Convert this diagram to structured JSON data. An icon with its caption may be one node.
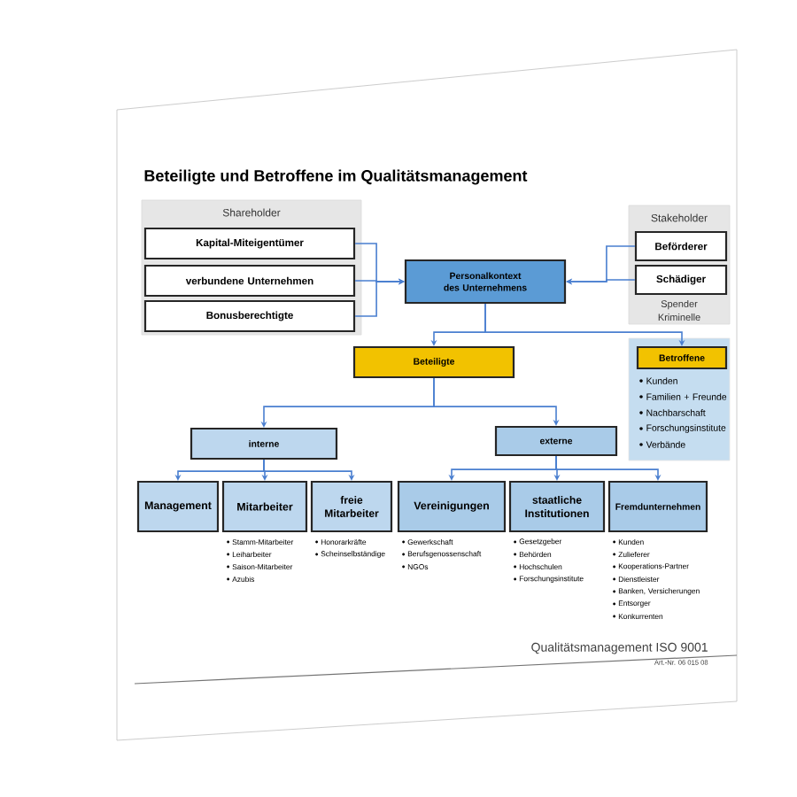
{
  "diagram": {
    "title": "Beteiligte und Betroffene im Qualitätsmanagement",
    "nodes": [
      {
        "text": [
          "Shareholder"
        ]
      },
      {
        "text": [
          "Kapital-Miteigentümer"
        ],
        "in": 0
      },
      {
        "text": [
          "verbundene Unternehmen"
        ],
        "in": 0
      },
      {
        "text": [
          "Bonusberechtigte"
        ],
        "in": 0
      },
      {
        "text": [
          "Personalkontext des Unternehmens"
        ]
      },
      {
        "text": [
          "Stakeholder",
          "Spender",
          "Kriminelle"
        ]
      },
      {
        "text": [
          "Beförderer"
        ],
        "in": 5
      },
      {
        "text": [
          "Schädiger"
        ],
        "in": 5
      },
      {
        "text": [
          "Beteiligte"
        ]
      },
      {
        "text": [
          "Kunden",
          "Familien + Freunde",
          "Nachbarschaft",
          "Forschungsinstitute",
          "Verbände"
        ]
      },
      {
        "text": [
          "Betroffene"
        ],
        "in": 9
      },
      {
        "text": [
          "interne"
        ]
      },
      {
        "text": [
          "externe"
        ]
      },
      {
        "text": [
          "Management"
        ]
      },
      {
        "text": [
          "Mitarbeiter"
        ],
        "beside": [
          "Stamm-Mitarbeiter",
          "Leiharbeiter",
          "Saison-Mitarbeiter",
          "Azubis"
        ]
      },
      {
        "text": [
          "freie Mitarbeiter"
        ],
        "beside": [
          "Honorarkräfte",
          "Scheinselbständige"
        ]
      },
      {
        "text": [
          "Vereinigungen"
        ],
        "beside": [
          "Gewerkschaft",
          "Berufsgenossenschaft",
          "NGOs"
        ]
      },
      {
        "text": [
          "staatliche Institutionen"
        ],
        "beside": [
          "Gesetzgeber",
          "Behörden",
          "Hochschulen",
          "Forschungsinstitute"
        ]
      },
      {
        "text": [
          "Fremdunternehmen"
        ],
        "beside": [
          "Kunden",
          "Zulieferer",
          "Kooperations-Partner",
          "Dienstleister",
          "Banken, Versicherungen",
          "Entsorger",
          "Konkurrenten"
        ]
      }
    ],
    "edges": [
      {
        "from": 1,
        "to": 4,
        "arrow": "to"
      },
      {
        "from": 2,
        "to": 4,
        "arrow": "to"
      },
      {
        "from": 3,
        "to": 4,
        "arrow": "to"
      },
      {
        "from": 6,
        "to": 4,
        "arrow": "to"
      },
      {
        "from": 7,
        "to": 4,
        "arrow": "to"
      },
      {
        "from": 4,
        "to": 8,
        "arrow": "to"
      },
      {
        "from": 4,
        "to": 10,
        "arrow": "to"
      },
      {
        "from": 8,
        "to": 11,
        "arrow": "to"
      },
      {
        "from": 8,
        "to": 12,
        "arrow": "to"
      },
      {
        "from": 11,
        "to": 13,
        "arrow": "to"
      },
      {
        "from": 11,
        "to": 14,
        "arrow": "to"
      },
      {
        "from": 11,
        "to": 15,
        "arrow": "to"
      },
      {
        "from": 12,
        "to": 16,
        "arrow": "to"
      },
      {
        "from": 12,
        "to": 17,
        "arrow": "to"
      },
      {
        "from": 12,
        "to": 18,
        "arrow": "to"
      }
    ],
    "labels": [
      "Qualitätsmanagement ISO 9001",
      "Art.-Nr. 06 015 08"
    ]
  }
}
